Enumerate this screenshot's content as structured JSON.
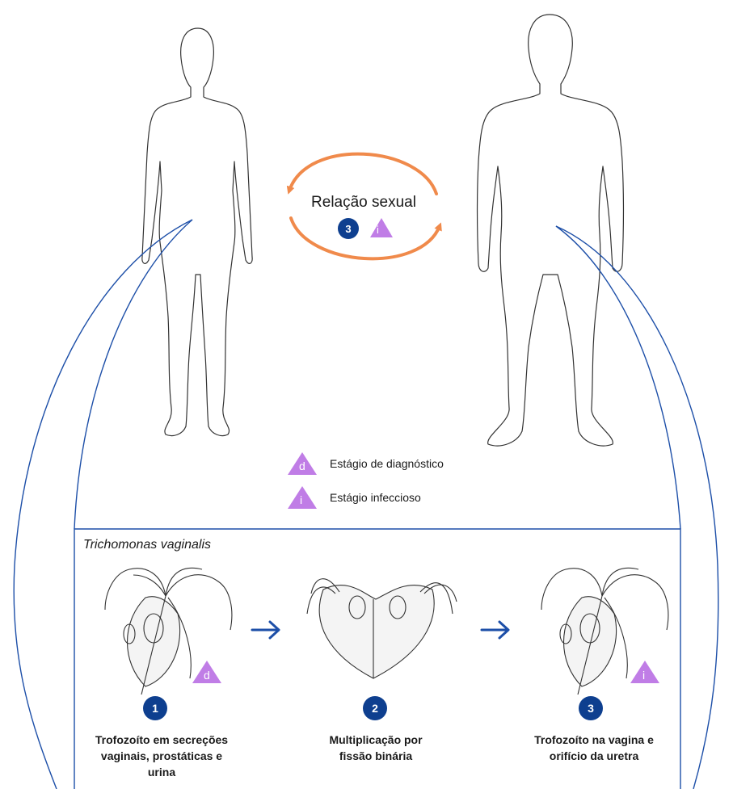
{
  "colors": {
    "navy": "#0e3f8f",
    "orange": "#f08a4b",
    "purple": "#c07de6",
    "line_blue": "#1d4fa8"
  },
  "cycle": {
    "transmission_label": "Relação sexual",
    "transmission_step": "3",
    "transmission_stage_letter": "i"
  },
  "legend": [
    {
      "letter": "d",
      "label": "Estágio de diagnóstico"
    },
    {
      "letter": "i",
      "label": "Estágio infeccioso"
    }
  ],
  "panel": {
    "species": "Trichomonas vaginalis",
    "stages": [
      {
        "number": "1",
        "stage_letter": "d",
        "caption_lines": [
          "Trofozoíto em secreções",
          "vaginais, prostáticas e",
          "urina"
        ]
      },
      {
        "number": "2",
        "stage_letter": "",
        "caption_lines": [
          "Multiplicação por",
          "fissão binária"
        ]
      },
      {
        "number": "3",
        "stage_letter": "i",
        "caption_lines": [
          "Trofozoíto na vagina e",
          "orifício da uretra"
        ]
      }
    ]
  }
}
